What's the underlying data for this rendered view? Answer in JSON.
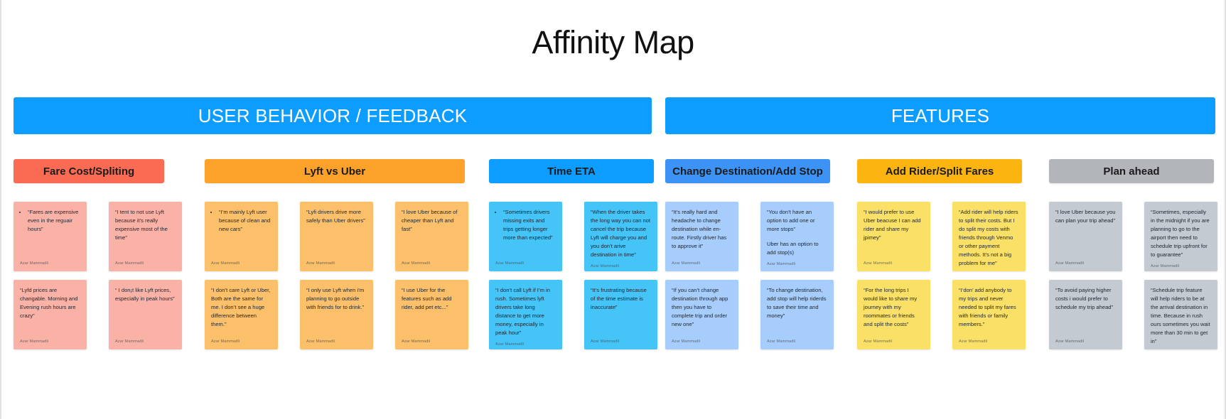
{
  "board": {
    "title": "Affinity Map",
    "author": "Azar Mammadli",
    "colors": {
      "banner_blue": "#0d9cff",
      "red": "#fb6a52",
      "red_note": "#fbb2a6",
      "orange": "#fca12a",
      "orange_note": "#fcc06a",
      "blue": "#0d9cff",
      "blue_note": "#45c4f7",
      "mid_blue": "#3d93f5",
      "mid_blue_note": "#a6cdfb",
      "yellow": "#fcb410",
      "yellow_note": "#fbe068",
      "gray": "#b2b5ba",
      "gray_note": "#c3cad2"
    }
  },
  "sections": [
    {
      "id": "behavior",
      "label": "USER BEHAVIOR / FEEDBACK"
    },
    {
      "id": "features",
      "label": "FEATURES"
    }
  ],
  "columns": [
    {
      "id": "fare",
      "header": "Fare Cost/Spliting",
      "header_color": "#fb6a52",
      "note_color": "#fbb2a6",
      "notes": [
        {
          "row": 1,
          "bullet": true,
          "text": "“Fares are expensive even in the reguair hours”",
          "author": "Azar Mammadli"
        },
        {
          "row": 1,
          "bullet": false,
          "text": "“I tent to not use Lyft because it’s really expensive most of the time”",
          "author": "Azar Mammadli"
        },
        {
          "row": 2,
          "bullet": false,
          "text": "“Lyfd prices are changable. Morning and Evening rush hours are crazy”",
          "author": "Azar Mammadli"
        },
        {
          "row": 2,
          "bullet": false,
          "text": "“ I don¡t like Lyft prices, especially in peak hours”",
          "author": "Azar Mammadli"
        }
      ]
    },
    {
      "id": "lyftuber",
      "header": "Lyft vs Uber",
      "header_color": "#fca12a",
      "note_color": "#fcc06a",
      "notes": [
        {
          "row": 1,
          "bullet": true,
          "text": "“I’m mainly Lyft user because of clean and new  cars”",
          "author": "Azar Mammadli"
        },
        {
          "row": 1,
          "bullet": false,
          "text": "“Lyfi drivers drive more safely than Uber drivers”",
          "author": "Azar Mammadli"
        },
        {
          "row": 1,
          "bullet": false,
          "text": "“I love Uber because of cheaper than Lyft and fast”",
          "author": "Azar Mammadli"
        },
        {
          "row": 2,
          "bullet": false,
          "text": "“I don’t care Lyft or Uber, Both are the same for me. I don’t see a huge difference between them.”",
          "author": "Azar Mammadli"
        },
        {
          "row": 2,
          "bullet": false,
          "text": "“I only use Lyft when i’m planning to go outside with friends for to drink.”",
          "author": "Azar Mammadli"
        },
        {
          "row": 2,
          "bullet": false,
          "text": "“I use Uber for the features such as add rider, add pet etc...”",
          "author": "Azar Mammadli"
        }
      ]
    },
    {
      "id": "eta",
      "header": "Time ETA",
      "header_color": "#0d9cff",
      "note_color": "#45c4f7",
      "notes": [
        {
          "row": 1,
          "bullet": true,
          "text": "“Sometimes drivers missing exits and trips getting longer more than expected”",
          "author": "Azar Mammadli"
        },
        {
          "row": 1,
          "bullet": false,
          "text": "“When the driver takes the long way you can not cancel the trip because Lyft will charge you and you don’t arive destination in time”",
          "author": "Azar Mammadli"
        },
        {
          "row": 2,
          "bullet": false,
          "text": "“I don’t call Lyft if I’m in rush. Sometimes lyft drivers take long distance to get more money, especially in peak hour”",
          "author": "Azar Mammadli"
        },
        {
          "row": 2,
          "bullet": false,
          "text": "“It’s frustrating because of the time estimate is inaccurate”",
          "author": "Azar Mammadli"
        }
      ]
    },
    {
      "id": "change",
      "header": "Change Destination/Add Stop",
      "header_color": "#3d93f5",
      "note_color": "#a6cdfb",
      "notes": [
        {
          "row": 1,
          "bullet": false,
          "text": "“It’s really hard and headache to change destination while en-route. Firstly driver has to approve it”",
          "author": "Azar Mammadli"
        },
        {
          "row": 1,
          "bullet": false,
          "text": "“You don’t have an option to add one or more stops”",
          "text2": "Uber has an option to add stop(s)",
          "author": "Azar Mammadli"
        },
        {
          "row": 2,
          "bullet": false,
          "text": "“If you can’t change destination through app then you have to complete trip and order new one”",
          "author": "Azar Mammadli"
        },
        {
          "row": 2,
          "bullet": false,
          "text": "“To change destination, add stop will help riderds to save their time and money”",
          "author": "Azar Mammadli"
        }
      ]
    },
    {
      "id": "addrider",
      "header": "Add Rider/Split Fares",
      "header_color": "#fcb410",
      "note_color": "#fbe068",
      "notes": [
        {
          "row": 1,
          "bullet": false,
          "text": "“I would prefer to use Uber beacuse  I can add rider and share  my jpimey”",
          "author": "Azar Mammadli"
        },
        {
          "row": 1,
          "bullet": false,
          "text": "“Add rider will help riders to split their costs. But I do split my costs with friends through Venmo or other payment methods. It’s not a big problem for me”",
          "author": "Azar Mammadli"
        },
        {
          "row": 2,
          "bullet": false,
          "text": "“For the long trips I would like to share my journey with my roommates or friends and split the costs”",
          "author": "Azar Mammadli"
        },
        {
          "row": 2,
          "bullet": false,
          "text": "“I‘don’ add anybody to my trips and never needed to split my fares with friends or family members.”",
          "author": "Azar Mammadli"
        }
      ]
    },
    {
      "id": "planahead",
      "header": "Plan ahead",
      "header_color": "#b2b5ba",
      "note_color": "#c3cad2",
      "notes": [
        {
          "row": 1,
          "bullet": false,
          "text": "“I love Uber because you can plan your trip ahead”",
          "author": "Azar Mammadli"
        },
        {
          "row": 1,
          "bullet": false,
          "text": "“Sometimes, especially in the midnight if you are planning to go to the airport then need to schedule  trip upfront for to guarantee”",
          "author": "Azar Mammadli"
        },
        {
          "row": 2,
          "bullet": false,
          "text": "“To avoid paying higher costs i would prefer to schedule my trip ahead”",
          "author": "Azar Mammadli"
        },
        {
          "row": 2,
          "bullet": false,
          "text": "“Schedule trip feature will help riders to be at the arrival destination in time. Because in rush ours sometimes you wait more than 30 min to get in”",
          "author": "Azar Mammadli"
        }
      ]
    }
  ]
}
